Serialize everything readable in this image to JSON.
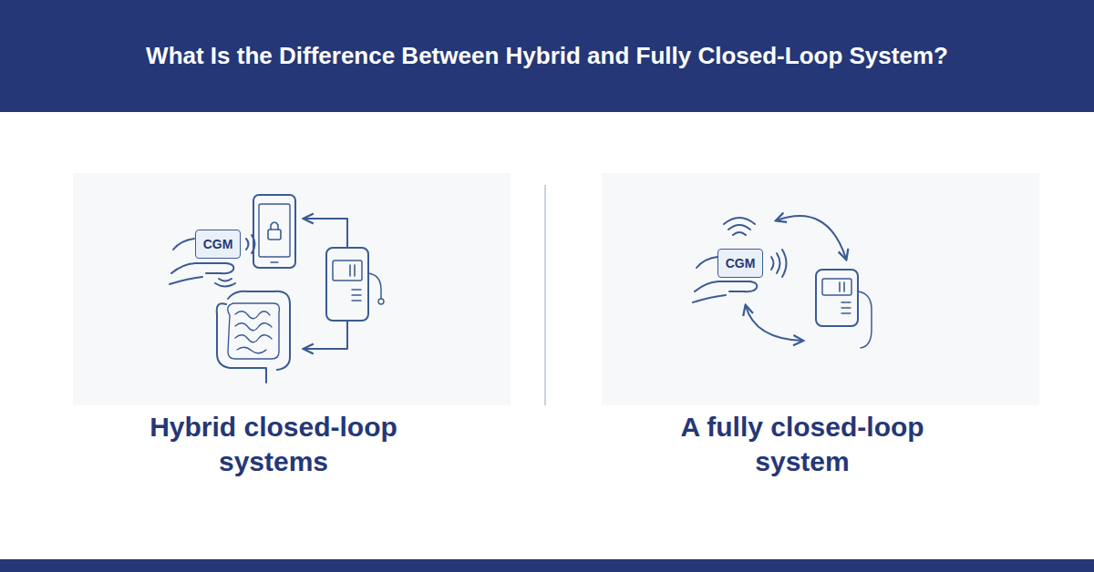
{
  "diagram": {
    "title": "What Is the Difference Between Hybrid and Fully Closed-Loop System?",
    "nodes": [
      {
        "text": [
          "CGM"
        ]
      },
      {
        "text": [
          "CGM"
        ]
      }
    ],
    "labels": [
      "Hybrid closed-loop systems",
      "A fully closed-loop system"
    ]
  }
}
